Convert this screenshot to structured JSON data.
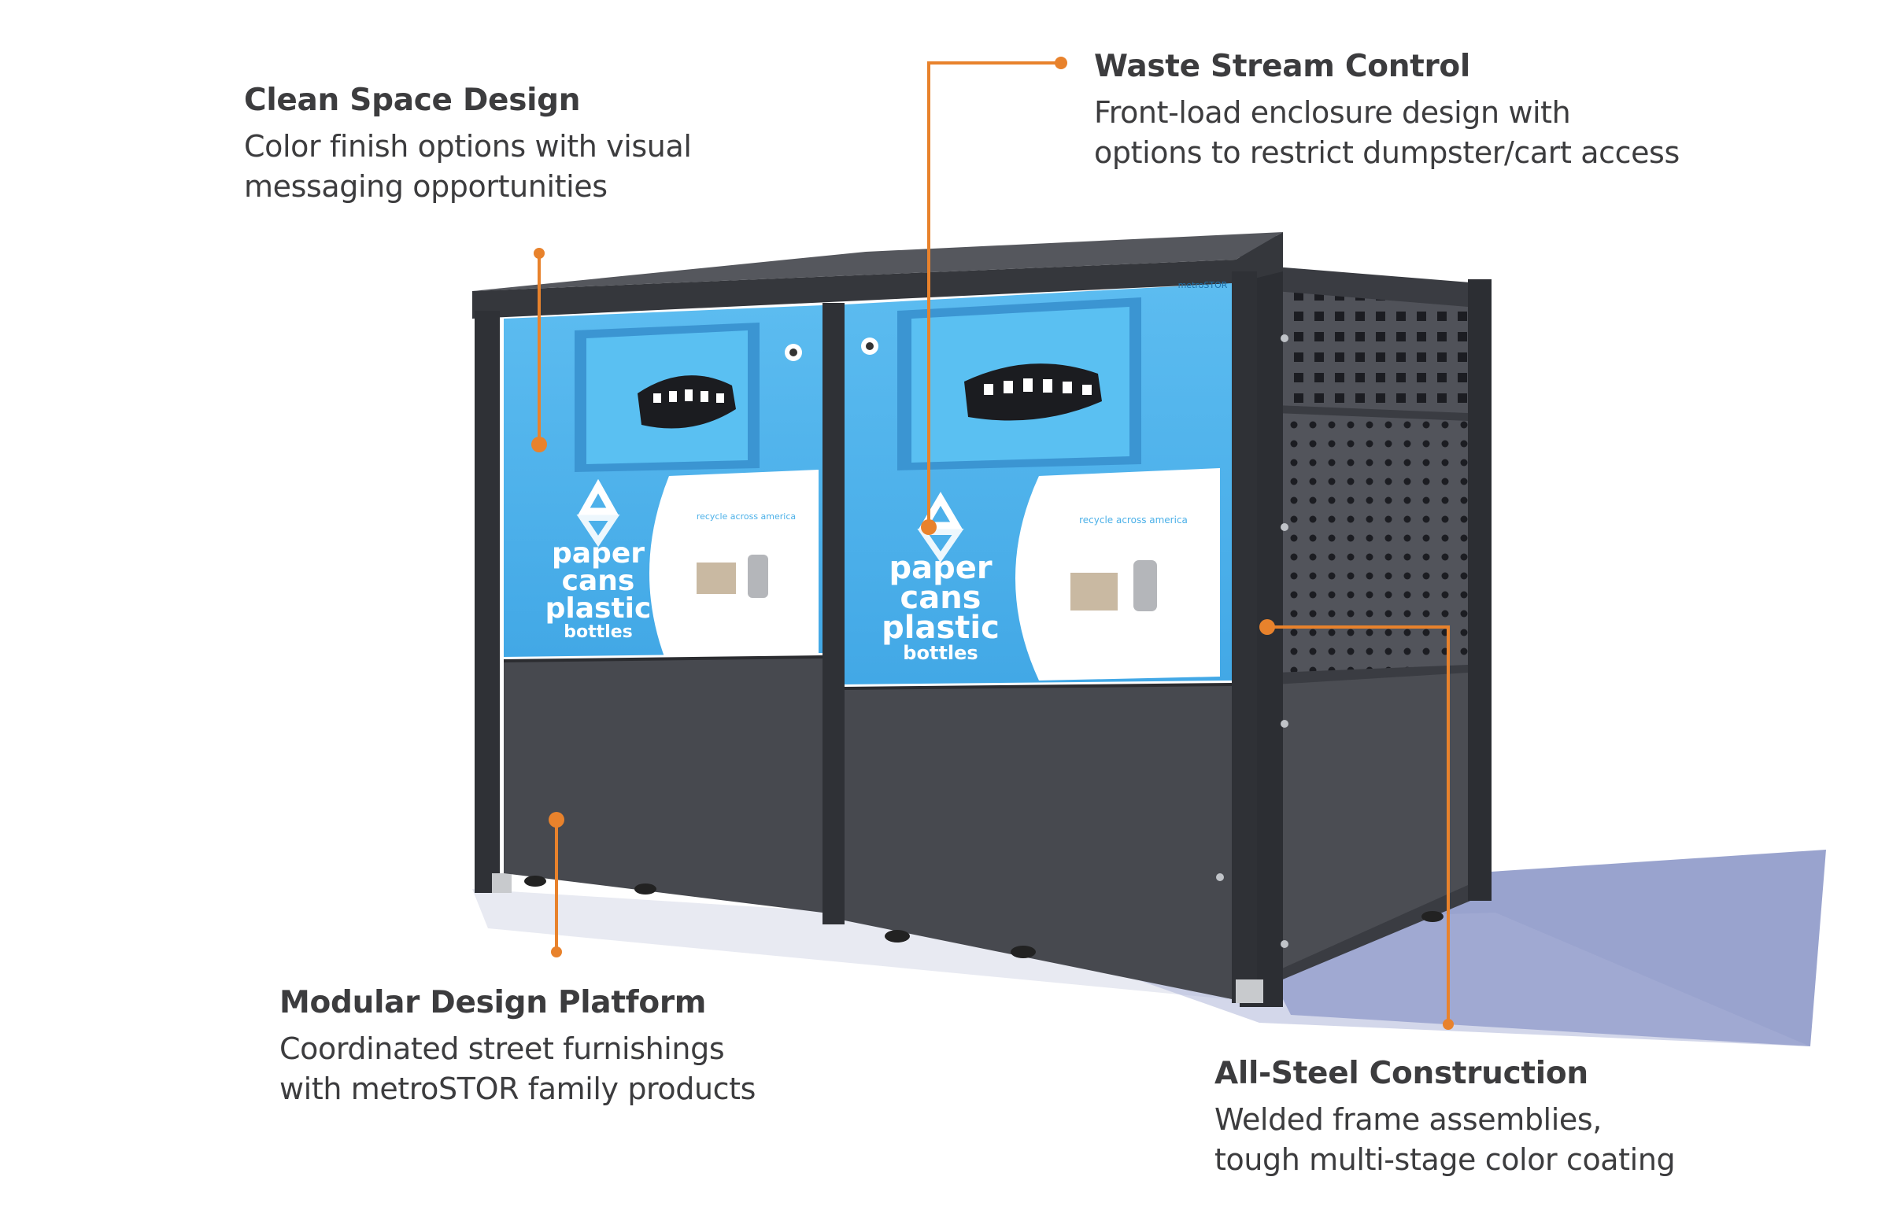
{
  "callouts": {
    "clean_space": {
      "title": "Clean Space Design",
      "lines": [
        "Color finish options with visual",
        "messaging opportunities"
      ]
    },
    "waste_stream": {
      "title": "Waste Stream Control",
      "lines": [
        "Front-load enclosure design with",
        "options to restrict dumpster/cart access"
      ]
    },
    "modular": {
      "title": "Modular Design Platform",
      "lines": [
        "Coordinated street furnishings",
        "with metroSTOR family products"
      ]
    },
    "all_steel": {
      "title": "All-Steel Construction",
      "lines": [
        "Welded frame assemblies,",
        "tough multi-stage color coating"
      ]
    }
  },
  "product": {
    "brand_mark": "metroSTOR",
    "bins": [
      {
        "category_lines": [
          "paper",
          "cans",
          "plastic",
          "bottles"
        ],
        "panel_caption": "recycle across america"
      },
      {
        "category_lines": [
          "paper",
          "cans",
          "plastic",
          "bottles"
        ],
        "panel_caption": "recycle across america"
      }
    ]
  },
  "colors": {
    "accent_orange": "#e8822c",
    "bin_blue": "#4bb0e8",
    "steel_dark": "#4a4c52",
    "text": "#3c3c3e"
  }
}
